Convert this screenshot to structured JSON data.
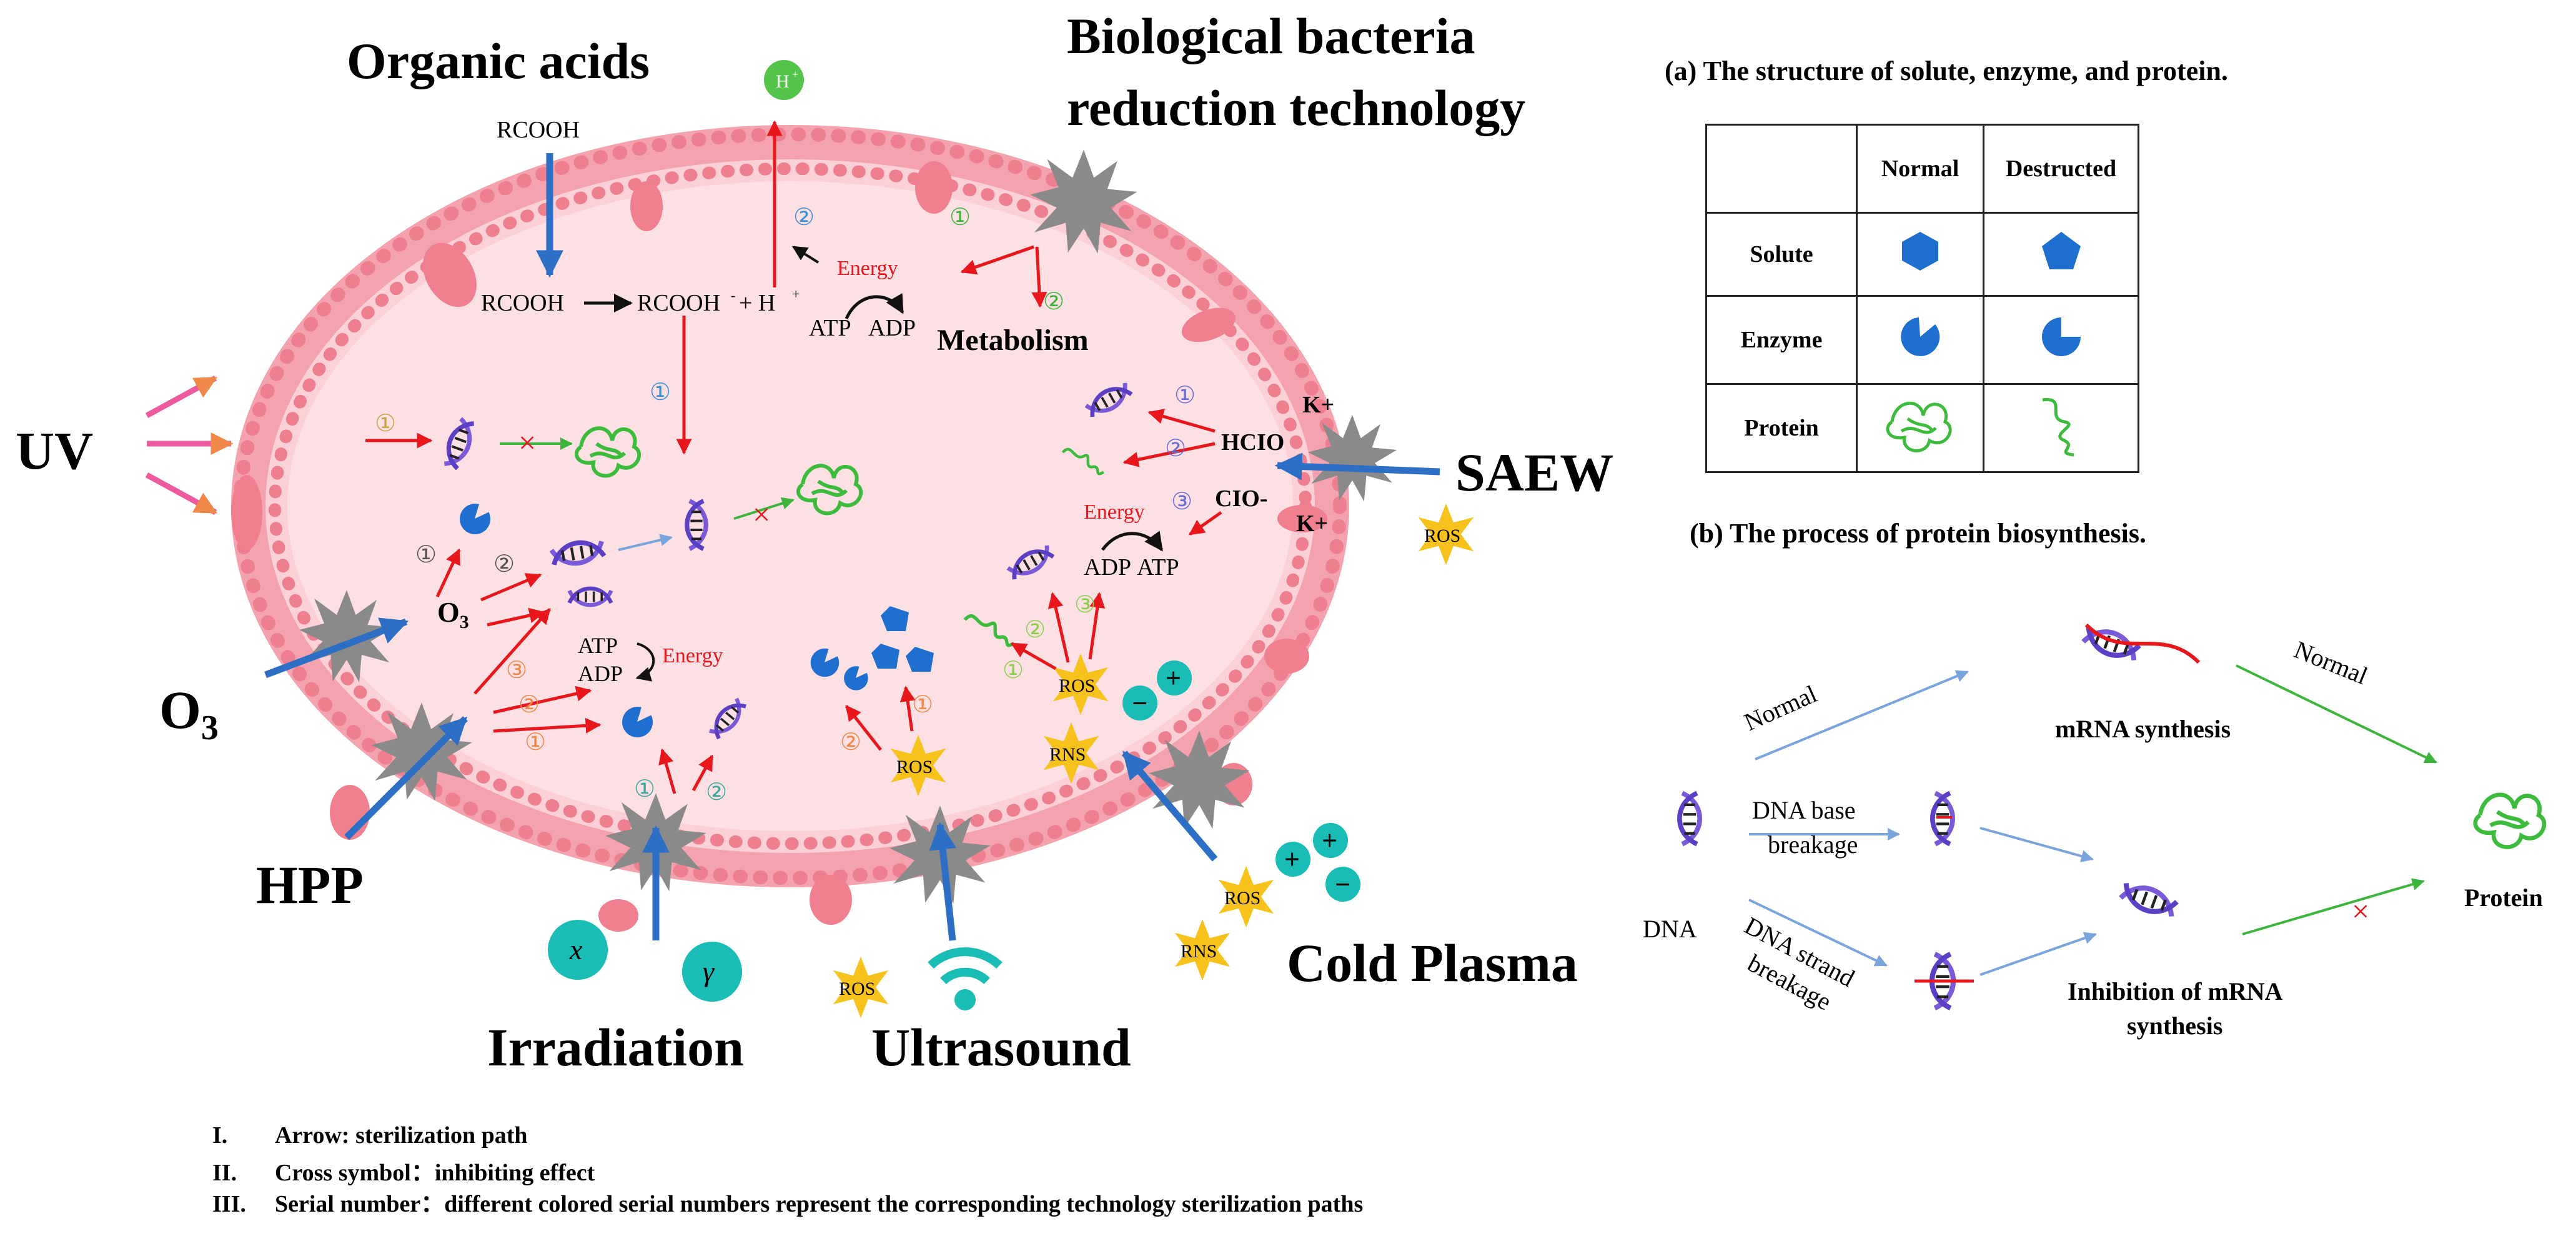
{
  "technologies": {
    "organic_acids": "Organic acids",
    "bio_bacteria_line1": "Biological bacteria",
    "bio_bacteria_line2": "reduction technology",
    "uv": "UV",
    "saew": "SAEW",
    "o3": "O",
    "o3_sub": "3",
    "hpp": "HPP",
    "irradiation": "Irradiation",
    "ultrasound": "Ultrasound",
    "cold_plasma": "Cold Plasma"
  },
  "cell_labels": {
    "rcooh_top": "RCOOH",
    "rcooh": "RCOOH",
    "rcooh_ion": "RCOOH",
    "h_plus": "+ H",
    "h_badge": "H",
    "energy": "Energy",
    "atp": "ATP",
    "adp": "ADP",
    "metabolism": "Metabolism",
    "k_plus": "K+",
    "hclo": "HCIO",
    "clo": "CIO-",
    "ros": "ROS",
    "rns": "RNS",
    "o3_inner": "O",
    "o3_inner_sub": "3",
    "x_ray": "x",
    "gamma": "γ",
    "plus": "+",
    "minus": "−"
  },
  "serial_numbers": [
    "①",
    "②",
    "③"
  ],
  "colors": {
    "membrane": "#f4a3ae",
    "membrane_dot": "#ee7f8f",
    "cytoplasm": "#fde0e4",
    "arrow_red": "#e8171c",
    "arrow_blue": "#2c6fc4",
    "arrow_green": "#3db53d",
    "ros_star": "#f7c21c",
    "ion_cyan": "#19bdb5",
    "enzyme_blue": "#1f6fd1",
    "protein_green": "#3dbb3d",
    "dna_purple": "#7a5ad9",
    "burst_gray": "#8a8a8a"
  },
  "table": {
    "title": "(a) The structure of solute, enzyme, and protein.",
    "headers": [
      "",
      "Normal",
      "Destructed"
    ],
    "rows": [
      {
        "label": "Solute",
        "normal": "hexagon-icon",
        "destructed": "pentagon-icon"
      },
      {
        "label": "Enzyme",
        "normal": "enzyme-icon",
        "destructed": "enzyme-cut-icon"
      },
      {
        "label": "Protein",
        "normal": "folded-protein-icon",
        "destructed": "unfolded-protein-icon"
      }
    ]
  },
  "biosynthesis": {
    "title": "(b) The process of protein biosynthesis.",
    "dna": "DNA",
    "normal_1": "Normal",
    "normal_2": "Normal",
    "mrna_synthesis": "mRNA synthesis",
    "base_breakage_1": "DNA base",
    "base_breakage_2": "breakage",
    "strand_breakage_1": "DNA strand",
    "strand_breakage_2": "breakage",
    "inhibition_1": "Inhibition of mRNA",
    "inhibition_2": "synthesis",
    "protein": "Protein"
  },
  "legend": [
    {
      "num": "I.",
      "text": "Arrow: sterilization path"
    },
    {
      "num": "II.",
      "text": "Cross symbol：inhibiting effect"
    },
    {
      "num": "III.",
      "text": "Serial number：different colored serial numbers represent the corresponding technology sterilization paths"
    }
  ]
}
